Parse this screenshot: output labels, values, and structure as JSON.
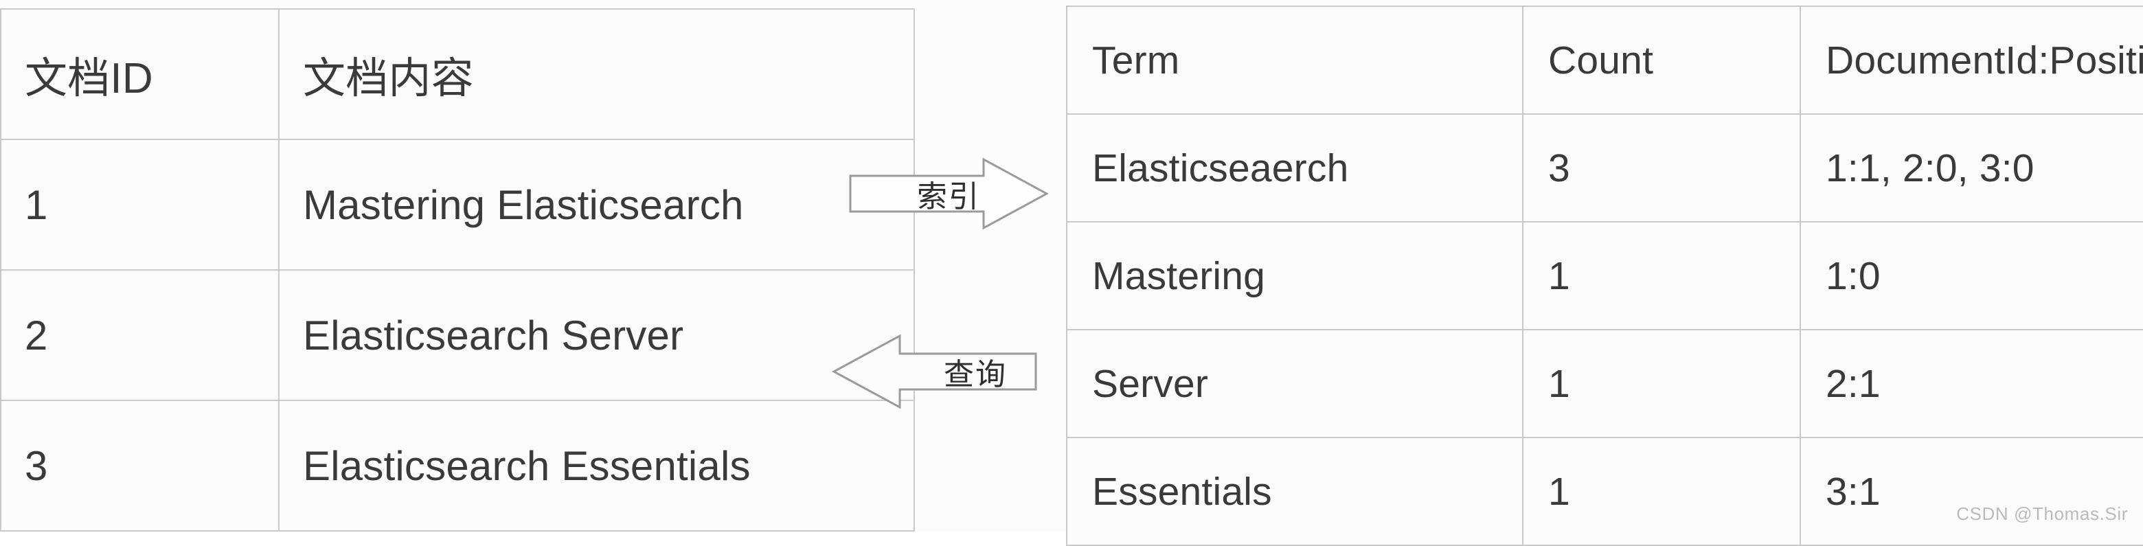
{
  "documents_table": {
    "headers": [
      "文档ID",
      "文档内容"
    ],
    "rows": [
      {
        "id": "1",
        "content": "Mastering Elasticsearch"
      },
      {
        "id": "2",
        "content": "Elasticsearch Server"
      },
      {
        "id": "3",
        "content": "Elasticsearch Essentials"
      }
    ]
  },
  "index_table": {
    "headers": [
      "Term",
      "Count",
      "DocumentId:Position"
    ],
    "rows": [
      {
        "term": "Elasticseaerch",
        "count": "3",
        "postings": "1:1, 2:0, 3:0"
      },
      {
        "term": "Mastering",
        "count": "1",
        "postings": "1:0"
      },
      {
        "term": "Server",
        "count": "1",
        "postings": "2:1"
      },
      {
        "term": "Essentials",
        "count": "1",
        "postings": "3:1"
      }
    ]
  },
  "arrows": {
    "index": {
      "label": "索引",
      "direction": "right"
    },
    "query": {
      "label": "查询",
      "direction": "left"
    }
  },
  "watermark": {
    "text": "CSDN @Thomas.Sir"
  },
  "colors": {
    "background": "#fbfcfb",
    "cell_background": "#fafbfa",
    "border": "#c9cbca",
    "text": "#3a3a3a",
    "arrow_stroke": "#9a9c9b",
    "watermark": "#b9bbbd"
  }
}
